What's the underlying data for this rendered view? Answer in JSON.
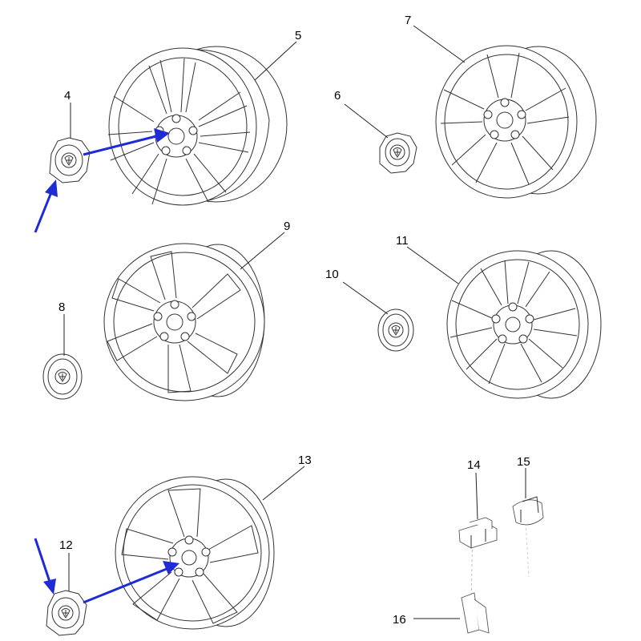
{
  "callouts": [
    {
      "id": "4",
      "text": "4"
    },
    {
      "id": "5",
      "text": "5"
    },
    {
      "id": "6",
      "text": "6"
    },
    {
      "id": "7",
      "text": "7"
    },
    {
      "id": "8",
      "text": "8"
    },
    {
      "id": "9",
      "text": "9"
    },
    {
      "id": "10",
      "text": "10"
    },
    {
      "id": "11",
      "text": "11"
    },
    {
      "id": "12",
      "text": "12"
    },
    {
      "id": "13",
      "text": "13"
    },
    {
      "id": "14",
      "text": "14"
    },
    {
      "id": "15",
      "text": "15"
    },
    {
      "id": "16",
      "text": "16"
    }
  ],
  "colors": {
    "arrow": "#1f2bd6",
    "line": "#333333",
    "background": "#ffffff"
  }
}
